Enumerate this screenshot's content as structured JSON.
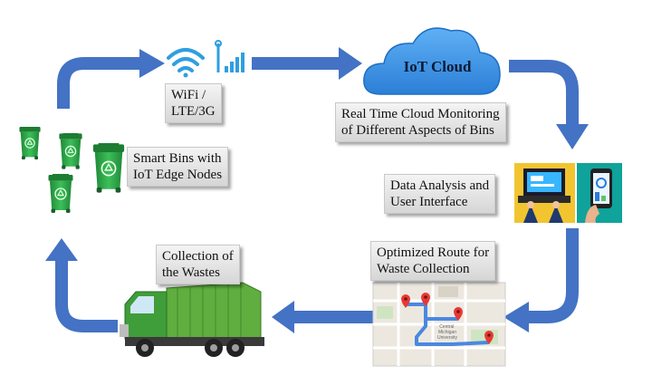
{
  "nodes": {
    "connectivity": "WiFi /\nLTE/3G",
    "cloud": "IoT Cloud",
    "cloud_monitoring": "Real Time Cloud Monitoring\nof Different Aspects of Bins",
    "data_analysis": "Data Analysis and\nUser Interface",
    "route": "Optimized Route for\nWaste Collection",
    "collection": "Collection of\nthe Wastes",
    "smart_bins": "Smart Bins with\nIoT Edge Nodes"
  },
  "map_labels": {
    "university": "Central\nMichigan\nUniversity"
  },
  "colors": {
    "arrow": "#4472c4",
    "cloud": "#3a8ee6",
    "wifi": "#2f9fe0",
    "bin": "#2ea34a",
    "truck_cab": "#3f9d3a",
    "truck_body": "#5fae3f"
  }
}
